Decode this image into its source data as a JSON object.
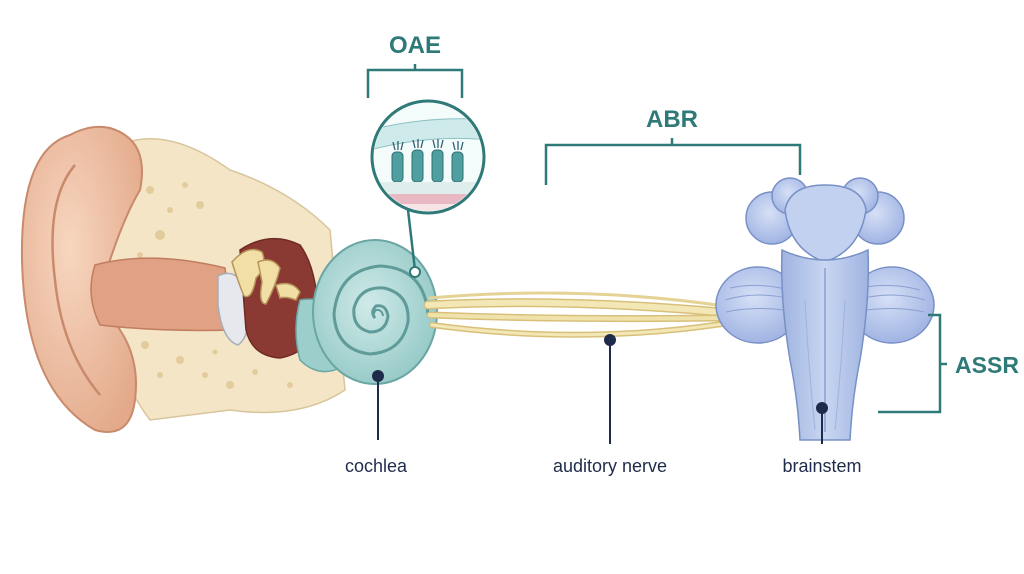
{
  "brackets": {
    "oae": "OAE",
    "abr": "ABR",
    "assr": "ASSR"
  },
  "labels": {
    "cochlea": "cochlea",
    "nerve": "auditory nerve",
    "brainstem": "brainstem"
  },
  "colors": {
    "bracket_teal": "#2f7a78",
    "label_navy": "#1e2b4a",
    "skin": "#eec3a6",
    "skin_dark": "#d8977a",
    "bone": "#f4e6c8",
    "cochlea": "#a9d6d4",
    "nerve": "#eedfa6",
    "brainstem": "#a9bde6"
  }
}
